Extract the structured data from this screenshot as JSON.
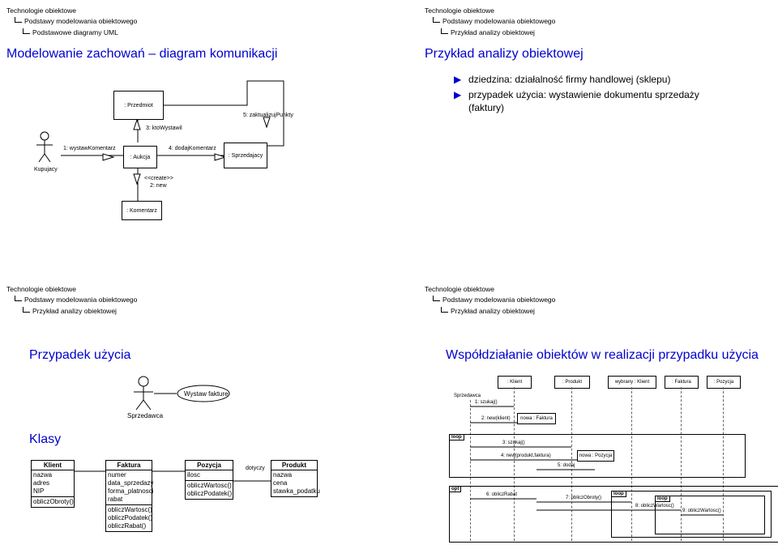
{
  "slides": [
    {
      "header": {
        "l1": "Technologie obiektowe",
        "l2": "Podstawy modelowania obiektowego",
        "l3": "Podstawowe diagramy UML"
      },
      "title": "Modelowanie zachowań – diagram komunikacji",
      "objects": {
        "przedmiot": ": Przedmiot",
        "aukcja": ": Aukcja",
        "sprzedajacy": ": Sprzedajacy",
        "komentarz": ": Komentarz",
        "actor": "Kupujacy"
      },
      "messages": {
        "m1": "1: wystawKomentarz",
        "m3": "3: ktoWystawil",
        "m4": "4: dodajKomentarz",
        "m5": "5: zaktualizujPunkty",
        "m2a": "<<create>>",
        "m2b": "2: new"
      }
    },
    {
      "header": {
        "l1": "Technologie obiektowe",
        "l2": "Podstawy modelowania obiektowego",
        "l3": "Przykład analizy obiektowej"
      },
      "title": "Przykład analizy obiektowej",
      "bullets": [
        "dziedzina: działalność firmy handlowej (sklepu)",
        "przypadek użycia: wystawienie dokumentu sprzedaży",
        "(faktury)"
      ]
    },
    {
      "header": {
        "l1": "Technologie obiektowe",
        "l2": "Podstawy modelowania obiektowego",
        "l3": "Przykład analizy obiektowej"
      },
      "title": "Przypadek użycia",
      "usecase": "Wystaw fakture",
      "actor": "Sprzedawca",
      "title2": "Klasy",
      "classes": [
        {
          "name": "Klient",
          "attrs": [
            "nazwa",
            "adres",
            "NIP"
          ],
          "ops": [
            "obliczObroty()"
          ]
        },
        {
          "name": "Faktura",
          "attrs": [
            "numer",
            "data_sprzedazy",
            "forma_platnosci",
            "rabat"
          ],
          "ops": [
            "obliczWartosc()",
            "obliczPodatek()",
            "obliczRabat()"
          ]
        },
        {
          "name": "Pozycja",
          "attrs": [
            "ilosc"
          ],
          "ops": [
            "obliczWartosc()",
            "obliczPodatek()"
          ]
        },
        {
          "name": "Produkt",
          "attrs": [
            "nazwa",
            "cena",
            "stawka_podatku"
          ],
          "ops": []
        }
      ],
      "assoc": "dotyczy"
    },
    {
      "header": {
        "l1": "Technologie obiektowe",
        "l2": "Podstawy modelowania obiektowego",
        "l3": "Przykład analizy obiektowej"
      },
      "title": "Współdziałanie obiektów w realizacji przypadku użycia",
      "lifelines": [
        ": Klient",
        ": Produkt",
        "wybrany : Klient",
        ": Faktura",
        ": Pozycja"
      ],
      "actor": "Sprzedawca",
      "msgs": {
        "s1": "1: szukaj()",
        "s2": "2: new(klient)",
        "nowa_f": "nowa : Faktura",
        "s3": "3: szukaj()",
        "s4": "4: new(produkt,faktura)",
        "nowa_p": "nowa : Pozycja",
        "s5": "5: dodaj",
        "s6": "6: obliczRabat",
        "s7": "7: obliczObroty()",
        "s8": "8: obliczWartosc()",
        "s9": "9: obliczWartosc()"
      },
      "frames": {
        "loop": "loop",
        "opt": "opt"
      }
    }
  ]
}
